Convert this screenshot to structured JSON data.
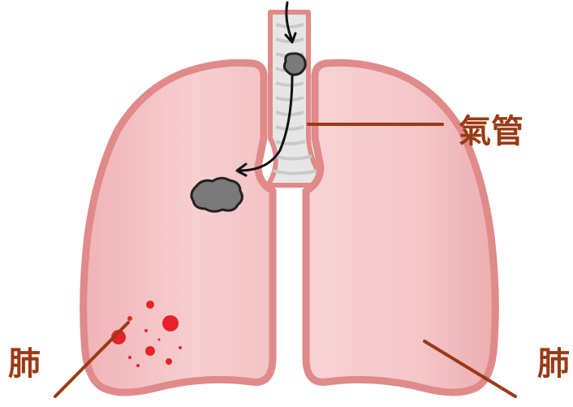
{
  "labels": {
    "trachea": "氣管",
    "lung_left": "肺",
    "lung_right": "肺"
  },
  "colors": {
    "label_text": "#9a3a14",
    "leader_line": "#9a3a14",
    "lung_fill": "#f3c2c4",
    "lung_fill_light": "#f9dadb",
    "lung_outline": "#e08a8a",
    "trachea_fill": "#d9d9d9",
    "particle_fill": "#7a7a7a",
    "infection_dots": "#e8222a",
    "arrow": "#111111"
  },
  "icons": {
    "particle": "smoke-particle-icon",
    "infection": "infection-dots-icon"
  }
}
